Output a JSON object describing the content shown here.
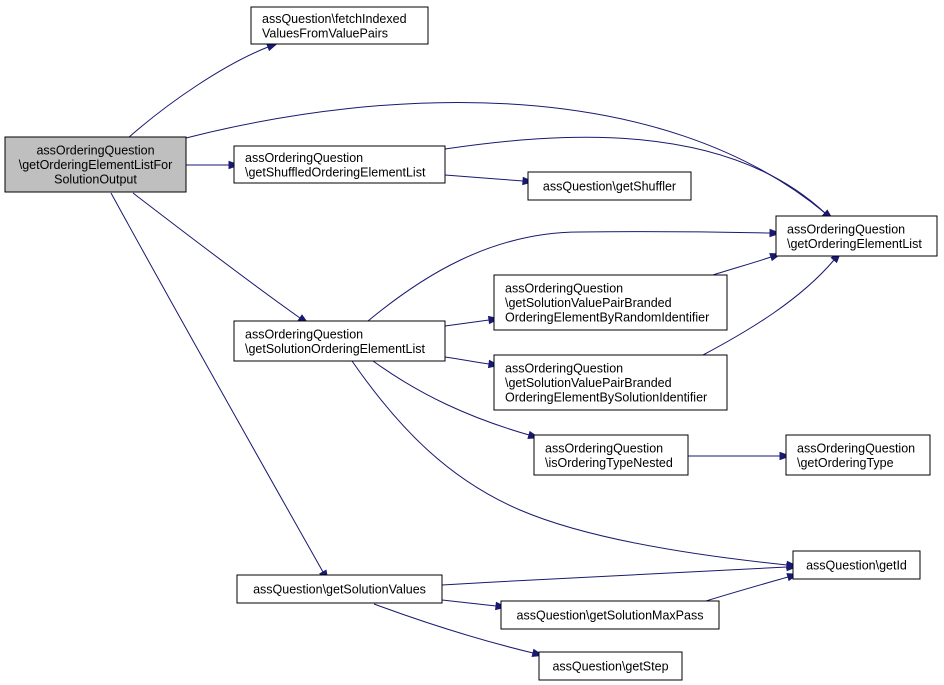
{
  "diagram": {
    "nodes": {
      "root": {
        "lines": [
          "assOrderingQuestion",
          "\\getOrderingElementListFor",
          "SolutionOutput"
        ],
        "highlight": true
      },
      "fetchIndexed": {
        "lines": [
          "assQuestion\\fetchIndexed",
          "ValuesFromValuePairs"
        ]
      },
      "getShuffledList": {
        "lines": [
          "assOrderingQuestion",
          "\\getShuffledOrderingElementList"
        ]
      },
      "getShuffler": {
        "lines": [
          "assQuestion\\getShuffler"
        ]
      },
      "getOrderingElementList": {
        "lines": [
          "assOrderingQuestion",
          "\\getOrderingElementList"
        ]
      },
      "getSolutionOrderingElementList": {
        "lines": [
          "assOrderingQuestion",
          "\\getSolutionOrderingElementList"
        ]
      },
      "byRandomIdentifier": {
        "lines": [
          "assOrderingQuestion",
          "\\getSolutionValuePairBranded",
          "OrderingElementByRandomIdentifier"
        ]
      },
      "bySolutionIdentifier": {
        "lines": [
          "assOrderingQuestion",
          "\\getSolutionValuePairBranded",
          "OrderingElementBySolutionIdentifier"
        ]
      },
      "isOrderingTypeNested": {
        "lines": [
          "assOrderingQuestion",
          "\\isOrderingTypeNested"
        ]
      },
      "getOrderingType": {
        "lines": [
          "assOrderingQuestion",
          "\\getOrderingType"
        ]
      },
      "getId": {
        "lines": [
          "assQuestion\\getId"
        ]
      },
      "getSolutionValues": {
        "lines": [
          "assQuestion\\getSolutionValues"
        ]
      },
      "getSolutionMaxPass": {
        "lines": [
          "assQuestion\\getSolutionMaxPass"
        ]
      },
      "getStep": {
        "lines": [
          "assQuestion\\getStep"
        ]
      }
    },
    "edges": [
      [
        "root",
        "fetchIndexed"
      ],
      [
        "root",
        "getOrderingElementList"
      ],
      [
        "root",
        "getShuffledList"
      ],
      [
        "root",
        "getSolutionOrderingElementList"
      ],
      [
        "root",
        "getSolutionValues"
      ],
      [
        "getShuffledList",
        "getOrderingElementList"
      ],
      [
        "getShuffledList",
        "getShuffler"
      ],
      [
        "getSolutionOrderingElementList",
        "getOrderingElementList"
      ],
      [
        "getSolutionOrderingElementList",
        "byRandomIdentifier"
      ],
      [
        "getSolutionOrderingElementList",
        "bySolutionIdentifier"
      ],
      [
        "getSolutionOrderingElementList",
        "isOrderingTypeNested"
      ],
      [
        "getSolutionOrderingElementList",
        "getId"
      ],
      [
        "byRandomIdentifier",
        "getOrderingElementList"
      ],
      [
        "bySolutionIdentifier",
        "getOrderingElementList"
      ],
      [
        "isOrderingTypeNested",
        "getOrderingType"
      ],
      [
        "getSolutionValues",
        "getId"
      ],
      [
        "getSolutionValues",
        "getSolutionMaxPass"
      ],
      [
        "getSolutionValues",
        "getStep"
      ],
      [
        "getSolutionMaxPass",
        "getId"
      ]
    ],
    "colors": {
      "edge": "#191970",
      "root_fill": "#bfbfbf",
      "node_fill": "#ffffff",
      "border": "#000000"
    }
  }
}
